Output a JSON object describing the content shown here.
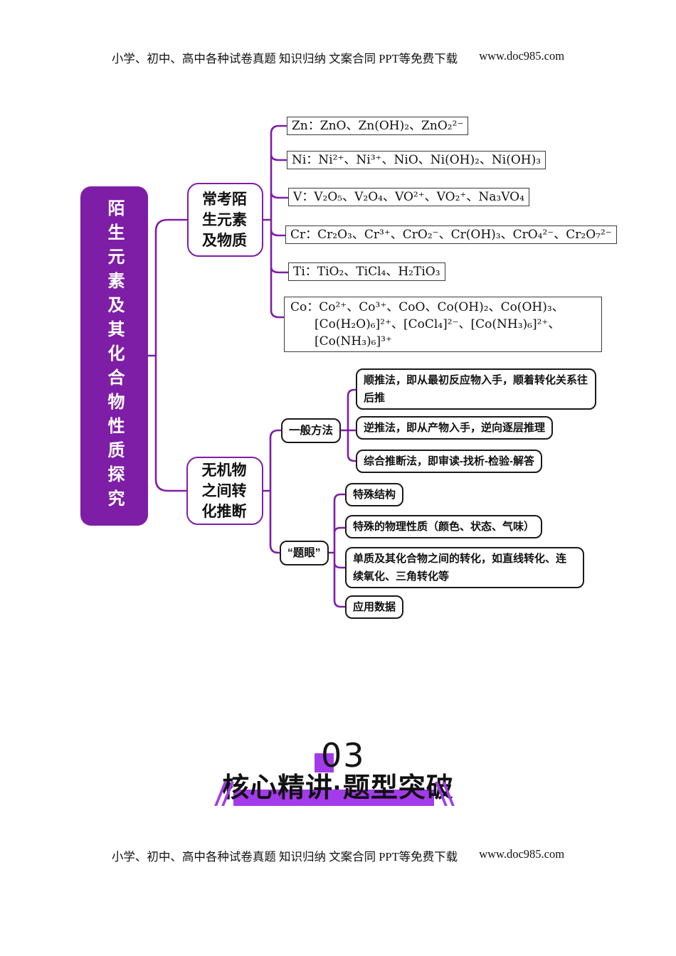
{
  "colors": {
    "purple": "#7E1EA6",
    "bright_purple": "#A43BEA",
    "node_border": "#1a1a1a"
  },
  "page": {
    "header": {
      "text": "小学、初中、高中各种试卷真题 知识归纳 文案合同 PPT等免费下载",
      "url": "www.doc985.com"
    },
    "footer": {
      "text": "小学、初中、高中各种试卷真题 知识归纳 文案合同 PPT等免费下载",
      "url": "www.doc985.com"
    }
  },
  "mindmap": {
    "root": "陌生元素及其化合物性质探究",
    "elements": {
      "label": "常考陌生元素及物质",
      "items": [
        "Zn：ZnO、Zn(OH)₂、ZnO₂²⁻",
        "Ni：Ni²⁺、Ni³⁺、NiO、Ni(OH)₂、Ni(OH)₃",
        "V：V₂O₅、V₂O₄、VO²⁺、VO₂⁺、Na₃VO₄",
        "Cr：Cr₂O₃、Cr³⁺、CrO₂⁻、Cr(OH)₃、CrO₄²⁻、Cr₂O₇²⁻",
        "Ti：TiO₂、TiCl₄、H₂TiO₃",
        "Co：Co²⁺、Co³⁺、CoO、Co(OH)₂、Co(OH)₃、[Co(H₂O)₆]²⁺、[CoCl₄]²⁻、[Co(NH₃)₆]²⁺、[Co(NH₃)₆]³⁺"
      ]
    },
    "inference": {
      "label": "无机物之间转化推断",
      "methods": {
        "label": "一般方法",
        "items": [
          "顺推法，即从最初反应物入手，顺着转化关系往后推",
          "逆推法，即从产物入手，逆向逐层推理",
          "综合推断法，即审读-找析-检验-解答"
        ]
      },
      "tiyan": {
        "label": "“题眼”",
        "items": [
          "特殊结构",
          "特殊的物理性质（颜色、状态、气味）",
          "单质及其化合物之间的转化，如直线转化、连续氧化、三角转化等",
          "应用数据"
        ]
      }
    }
  },
  "section": {
    "number": "03",
    "title": "核心精讲·题型突破"
  }
}
